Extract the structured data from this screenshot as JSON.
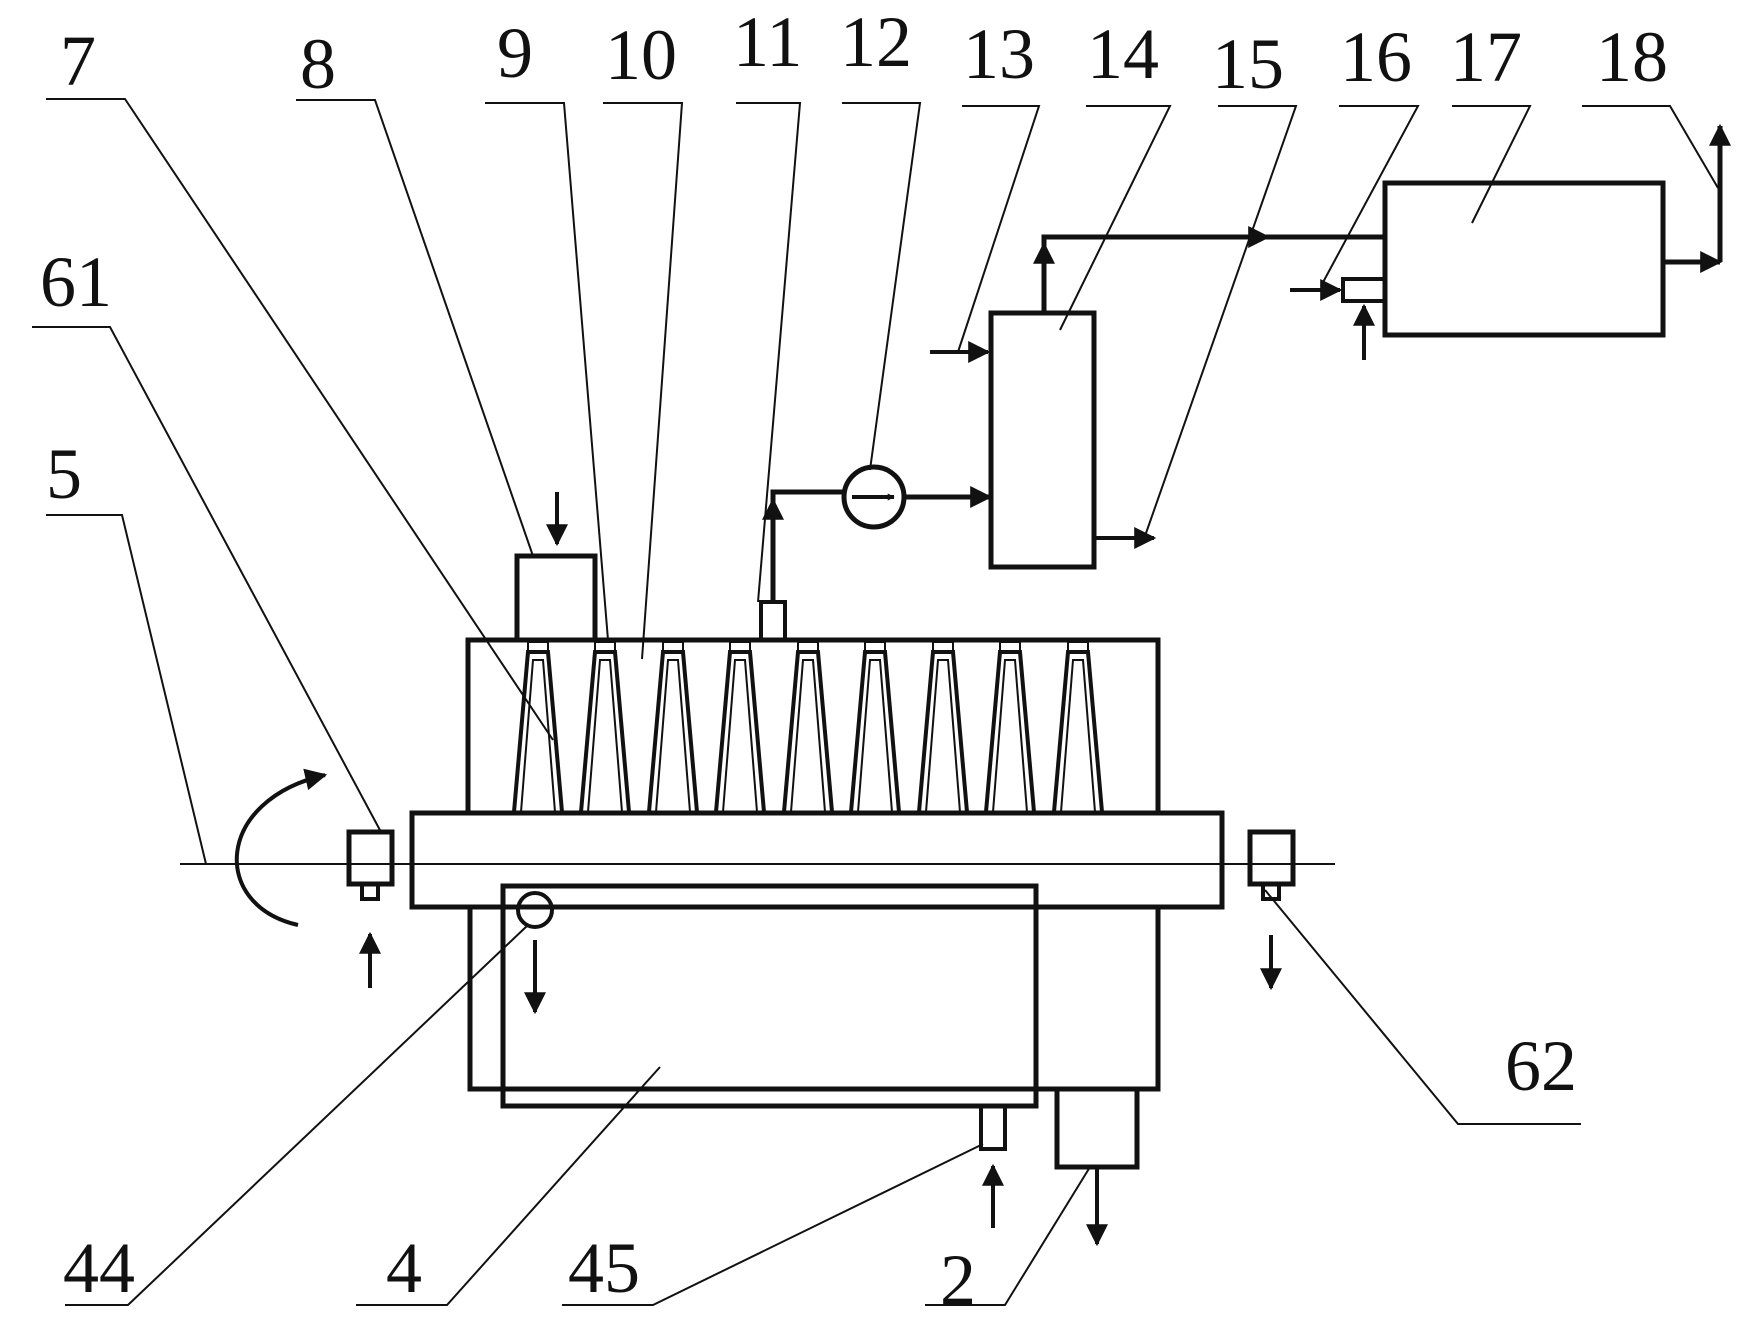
{
  "diagram": {
    "labels": {
      "l7": "7",
      "l8": "8",
      "l9": "9",
      "l10": "10",
      "l11": "11",
      "l12": "12",
      "l13": "13",
      "l14": "14",
      "l15": "15",
      "l16": "16",
      "l17": "17",
      "l18": "18",
      "l61": "61",
      "l5": "5",
      "l62": "62",
      "l44": "44",
      "l4": "4",
      "l45": "45",
      "l2": "2"
    }
  }
}
